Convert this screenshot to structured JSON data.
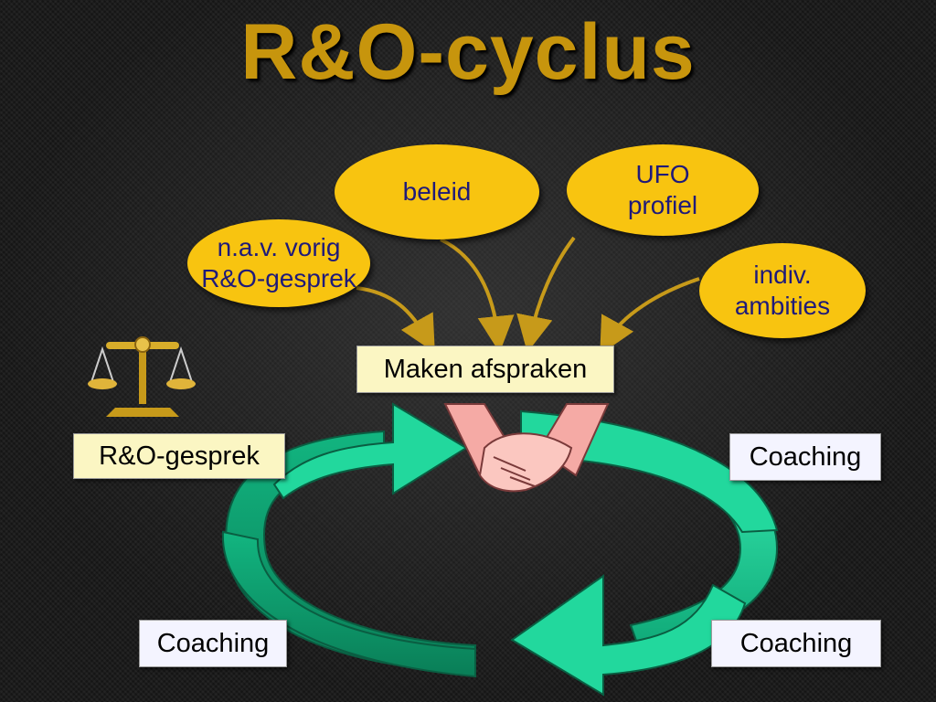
{
  "title": "R&O-cyclus",
  "inputs": {
    "beleid": "beleid",
    "ufo_line1": "UFO",
    "ufo_line2": "profiel",
    "vorig_line1": "n.a.v. vorig",
    "vorig_line2": "R&O-gesprek",
    "ambities_line1": "indiv.",
    "ambities_line2": "ambities"
  },
  "center_label": "Maken afspraken",
  "cycle_steps": {
    "top_left": "R&O-gesprek",
    "top_right": "Coaching",
    "bottom_left": "Coaching",
    "bottom_right": "Coaching"
  },
  "colors": {
    "title": "#c7950d",
    "bubble": "#f8c410",
    "bubble_text": "#1f1a7a",
    "arrow": "#c79a1a",
    "cycle": "#22d89d",
    "center_box": "#fbf6c3",
    "step_box": "#f4f4ff"
  },
  "icons": [
    "scales-icon",
    "handshake-icon"
  ]
}
